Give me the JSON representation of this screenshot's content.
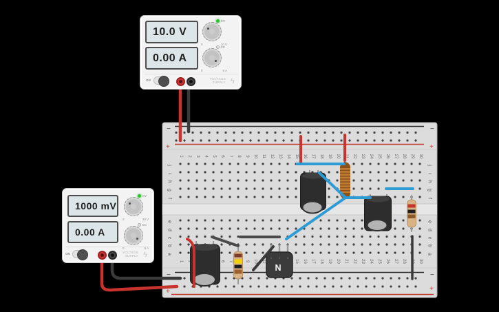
{
  "app": {
    "background": "#000000"
  },
  "colors": {
    "wire_red": "#c8332d",
    "wire_dark": "#3a3a3a",
    "wire_gray": "#4a4a4a",
    "wire_blue": "#2d9bd4",
    "rail_black_line": "#2b2b2b",
    "rail_red_line": "#c0392b",
    "board_fill": "#dcdcdc",
    "board_gap_fill": "#e6e6e6"
  },
  "power_supplies": {
    "top": {
      "voltage": "10.0 V",
      "current": "0.00 A",
      "on_label": "ON",
      "cv_label": "CV",
      "cc_label": "CC",
      "volt_knob_min": "0",
      "volt_knob_max": "10 V",
      "amp_knob_min": "0",
      "amp_knob_max": "5 A",
      "brand_line1": "VOLTAGE",
      "brand_line2": "SUPPLY",
      "bolt_icon": "ϟ"
    },
    "left": {
      "voltage": "1000 mV",
      "current": "0.00 A",
      "on_label": "ON",
      "cv_label": "CV",
      "cc_label": "CC",
      "volt_knob_min": "0",
      "volt_knob_max": "30 V",
      "amp_knob_min": "0",
      "amp_knob_max": "5 A",
      "brand_line1": "VOLTAGE",
      "brand_line2": "SUPPLY",
      "bolt_icon": "ϟ"
    }
  },
  "breadboard": {
    "column_numbers": [
      "1",
      "2",
      "3",
      "4",
      "5",
      "6",
      "7",
      "8",
      "9",
      "10",
      "11",
      "12",
      "13",
      "14",
      "15",
      "16",
      "17",
      "18",
      "19",
      "20",
      "21",
      "22",
      "23",
      "24",
      "25",
      "26",
      "27",
      "28",
      "29",
      "30"
    ],
    "row_letters_top": [
      "j",
      "i",
      "h",
      "g",
      "f"
    ],
    "row_letters_bottom": [
      "e",
      "d",
      "c",
      "b",
      "a"
    ],
    "negative_label": "−",
    "positive_label": "+"
  },
  "components": {
    "inductor": {
      "copper": "#c07c35",
      "copper_dark": "#8a5118",
      "lead": "#6e4218"
    },
    "capacitor": {
      "body": "#2d2d2d",
      "top_shade": "#3f3f3f",
      "base": "#b3b3b3",
      "lead": "#9a9a9a"
    },
    "resistor_left": {
      "body": "#d9b286",
      "bands": [
        "#7e3b2a",
        "#f2d200",
        "#1e1e1e",
        "#9c5f2e"
      ]
    },
    "resistor_right": {
      "body": "#d9b286",
      "bands": [
        "#c4342a",
        "#1e1e1e",
        "#8a5a2a"
      ]
    },
    "transistor": {
      "label": "N",
      "pins": [
        "1",
        "2",
        "3"
      ],
      "body": "#3b3b3b"
    }
  }
}
